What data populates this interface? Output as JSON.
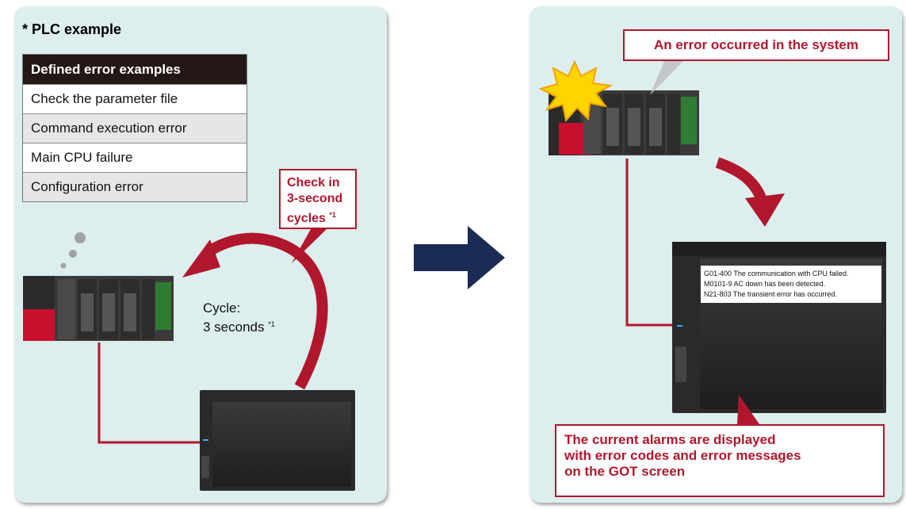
{
  "left_panel": {
    "title": "* PLC example",
    "table": {
      "header": "Defined error examples",
      "rows": [
        "Check the parameter file",
        "Command execution error",
        "Main CPU failure",
        "Configuration error"
      ]
    },
    "check_callout": {
      "line1": "Check in",
      "line2": "3-second",
      "line3": "cycles",
      "note": "*1"
    },
    "cycle_text": {
      "line1": "Cycle:",
      "line2": "3 seconds",
      "note": "*1"
    }
  },
  "right_panel": {
    "error_callout": "An error occurred in the system",
    "got_messages": [
      "G01-400 The communication with CPU failed.",
      "M0101-9 AC down has been detected.",
      "N21-803 The transient error has occurred."
    ],
    "alarm_callout": {
      "line1": "The current alarms are displayed",
      "line2": "with error codes and error messages",
      "line3": "on the GOT screen"
    }
  },
  "colors": {
    "panel_bg": "#dceeee",
    "accent_red": "#b1172c",
    "arrow_navy": "#1b2b55",
    "table_header": "#231815"
  }
}
